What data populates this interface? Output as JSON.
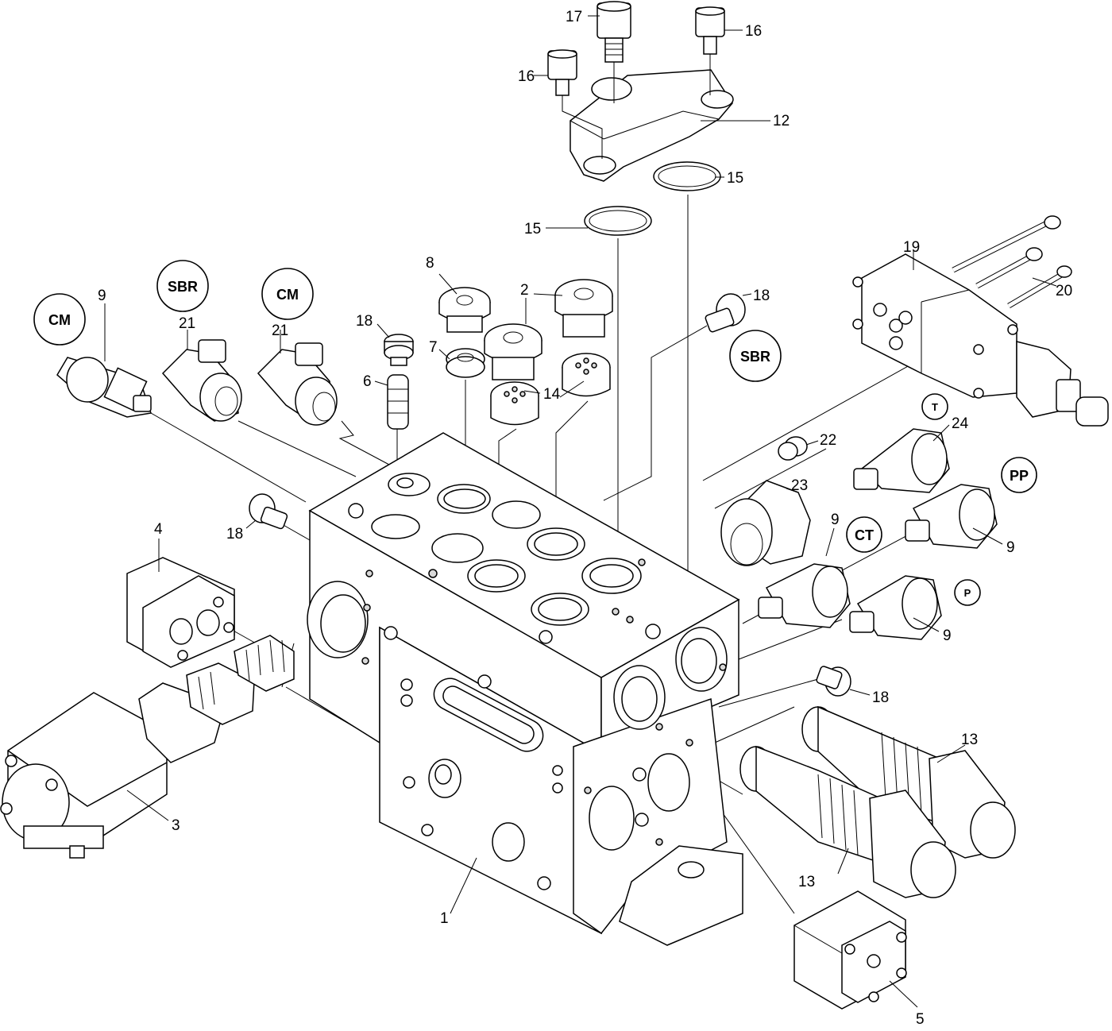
{
  "callouts": {
    "n1": "1",
    "n2": "2",
    "n3": "3",
    "n4": "4",
    "n5": "5",
    "n6": "6",
    "n7": "7",
    "n8": "8",
    "n9a": "9",
    "n9b": "9",
    "n9c": "9",
    "n9d": "9",
    "n12": "12",
    "n13a": "13",
    "n13b": "13",
    "n14": "14",
    "n15a": "15",
    "n15b": "15",
    "n16a": "16",
    "n16b": "16",
    "n17": "17",
    "n18a": "18",
    "n18b": "18",
    "n18c": "18",
    "n18d": "18",
    "n19": "19",
    "n20": "20",
    "n21a": "21",
    "n21b": "21",
    "n22": "22",
    "n23": "23",
    "n24": "24"
  },
  "port_tags": {
    "cm_left": "CM",
    "sbr_left": "SBR",
    "cm_mid": "CM",
    "sbr_right": "SBR",
    "t": "T",
    "pp": "PP",
    "ct": "CT",
    "p": "P"
  }
}
